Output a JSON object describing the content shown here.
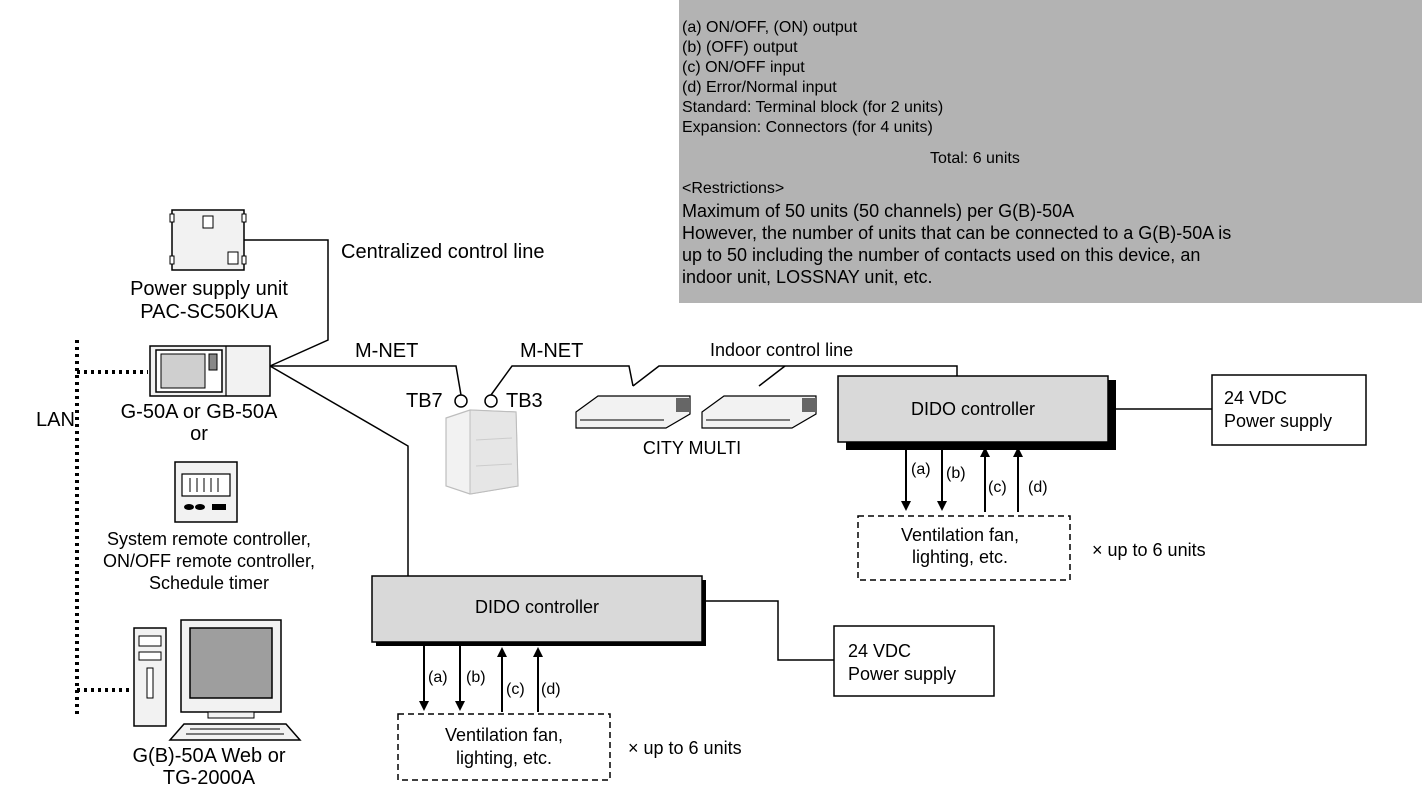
{
  "info_box": {
    "lines": [
      "(a) ON/OFF, (ON) output",
      "(b) (OFF) output",
      "(c) ON/OFF input",
      "(d) Error/Normal input",
      "Standard: Terminal block (for 2 units)",
      "Expansion: Connectors (for 4 units)",
      "Total: 6 units",
      "<Restrictions>",
      "Maximum of 50 units (50 channels) per G(B)-50A",
      "However, the number of units that can be connected to a G(B)-50A is",
      "up to 50 including the number of contacts used on this device, an",
      "indoor unit, LOSSNAY unit, etc."
    ],
    "bg_color": "#b3b3b3"
  },
  "labels": {
    "centralized_control_line": "Centralized control line",
    "power_supply_unit_1": "Power supply unit",
    "power_supply_unit_2": "PAC-SC50KUA",
    "lan": "LAN",
    "m_net_left": "M-NET",
    "m_net_right": "M-NET",
    "indoor_control_line": "Indoor control line",
    "tb7": "TB7",
    "tb3": "TB3",
    "g50a_1": "G-50A or GB-50A",
    "g50a_2": "or",
    "city_multi": "CITY MULTI",
    "remote_1": "System remote controller,",
    "remote_2": "ON/OFF remote controller,",
    "remote_3": "Schedule timer",
    "web_1": "G(B)-50A Web or",
    "web_2": "TG-2000A"
  },
  "dido_top": {
    "title": "DIDO controller",
    "power_1": "24 VDC",
    "power_2": "Power supply",
    "a": "(a)",
    "b": "(b)",
    "c": "(c)",
    "d": "(d)",
    "load_1": "Ventilation fan,",
    "load_2": "lighting, etc.",
    "multiplier": "× up to 6 units"
  },
  "dido_bottom": {
    "title": "DIDO controller",
    "power_1": "24 VDC",
    "power_2": "Power supply",
    "a": "(a)",
    "b": "(b)",
    "c": "(c)",
    "d": "(d)",
    "load_1": "Ventilation fan,",
    "load_2": "lighting, etc.",
    "multiplier": "× up to 6 units"
  },
  "colors": {
    "controller_fill": "#d9d9d9",
    "device_fill": "#f2f2f2",
    "screen_fill": "#9e9e9e"
  }
}
